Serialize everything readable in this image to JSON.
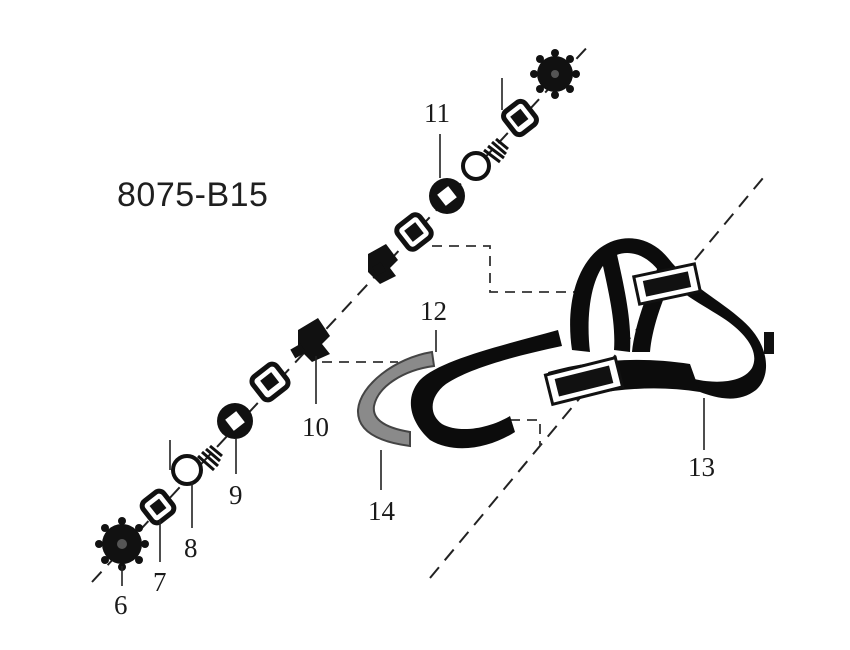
{
  "diagram": {
    "model_code": "8075-B15",
    "callouts": {
      "p6": "6",
      "p7": "7",
      "p8": "8",
      "p9": "9",
      "p10": "10",
      "p11": "11",
      "p12": "12",
      "p13": "13",
      "p14": "14"
    }
  },
  "colors": {
    "ink": "#1a1a1a",
    "band_dark": "#0c0c0c",
    "band_grey": "#8a8a8a",
    "background": "#ffffff"
  }
}
